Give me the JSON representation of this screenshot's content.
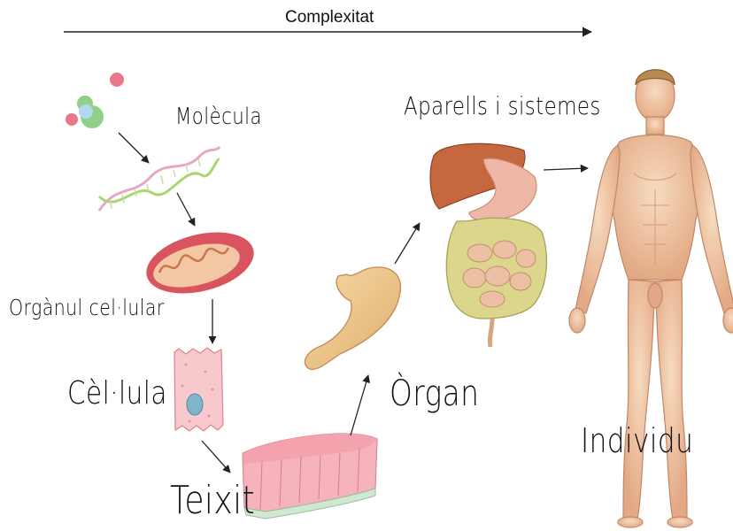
{
  "axis": {
    "label": "Complexitat"
  },
  "levels": {
    "molecula": "Molècula",
    "organul": "Orgànul cel·lular",
    "cellula": "Cèl·lula",
    "teixit": "Teixit",
    "organ": "Òrgan",
    "aparells": "Aparells i sistemes",
    "individu": "Individu"
  },
  "colors": {
    "skin": "#f2c9a5",
    "skin_shade": "#dba07c",
    "tissue": "#f0a0aa",
    "organ": "#f0c98a",
    "liver": "#c5683f",
    "intestine": "#dcd58c",
    "mitochondrion": "#d9545f"
  }
}
